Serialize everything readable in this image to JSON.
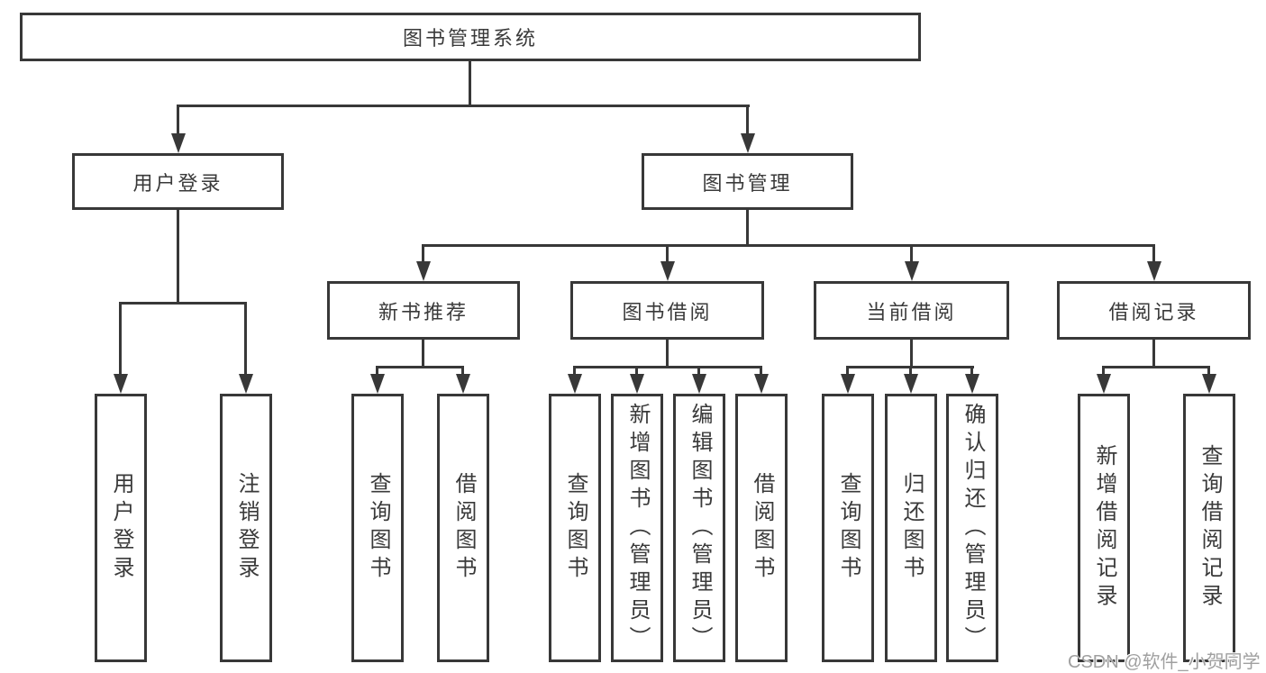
{
  "diagram": {
    "root": {
      "label": "图书管理系统"
    },
    "children": [
      {
        "label": "用户登录",
        "children": [
          {
            "label": "用户登录"
          },
          {
            "label": "注销登录"
          }
        ]
      },
      {
        "label": "图书管理",
        "children": [
          {
            "label": "新书推荐",
            "children": [
              {
                "label": "查询图书"
              },
              {
                "label": "借阅图书"
              }
            ]
          },
          {
            "label": "图书借阅",
            "children": [
              {
                "label": "查询图书"
              },
              {
                "label": "新增图书（管理员）"
              },
              {
                "label": "编辑图书（管理员）"
              },
              {
                "label": "借阅图书"
              }
            ]
          },
          {
            "label": "当前借阅",
            "children": [
              {
                "label": "查询图书"
              },
              {
                "label": "归还图书"
              },
              {
                "label": "确认归还（管理员）"
              }
            ]
          },
          {
            "label": "借阅记录",
            "children": [
              {
                "label": "新增借阅记录"
              },
              {
                "label": "查询借阅记录"
              }
            ]
          }
        ]
      }
    ],
    "watermark": "CSDN @软件_小贺同学",
    "colors": {
      "line": "#383838",
      "text": "#3a3a3a",
      "background": "#ffffff",
      "watermark": "#a0a0a0"
    }
  }
}
